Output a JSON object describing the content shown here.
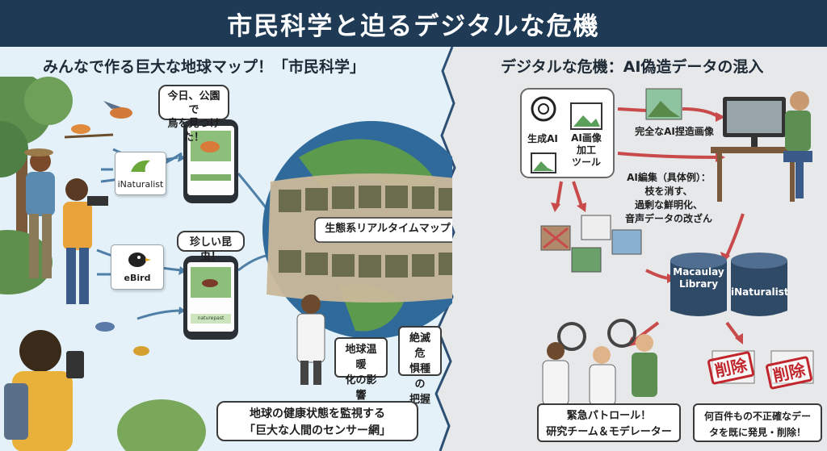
{
  "header": {
    "title": "市民科学と迫るデジタルな危機"
  },
  "left": {
    "title": "みんなで作る巨大な地球マップ！「市民科学」",
    "bubble_bird": "今日、公園で\n鳥を見つけた！",
    "bubble_insect": "珍しい昆虫！",
    "app_inaturalist": "iNaturalist",
    "app_ebird": "eBird",
    "phone_app_label": "naturepast",
    "globe_label": "生態系リアルタイムマップ",
    "bubble_climate": "地球温暖\n化の影響",
    "bubble_endangered": "絶滅危\n惧種の\n把握",
    "caption": "地球の健康状態を監視する\n「巨大な人間のセンサー網」"
  },
  "right": {
    "title": "デジタルな危機：AI偽造データの混入",
    "gen_ai": "生成AI",
    "ai_tool": "AI画像\n加工\nツール",
    "fake_image": "完全なAI捏造画像",
    "ai_edit": "AI編集（具体例）：\n枝を消す、\n過剰な鮮明化、\n音声データの改ざん",
    "db_macaulay": "Macaulay\nLibrary",
    "db_inaturalist": "iNaturalist",
    "patrol": "緊急パトロール！\n研究チーム＆モデレーター",
    "deleted_caption": "何百件もの不正確なデー\nタを既に発見・削除！",
    "stamp1": "削除",
    "stamp2": "削除"
  },
  "colors": {
    "header": "#1f3a55",
    "arrow_blue": "#4f7ea6",
    "arrow_red": "#c94a4a",
    "db": "#2f4a66"
  },
  "icons": [
    "bird-icon",
    "phone-icon",
    "globe-icon",
    "scientist-icon",
    "magnifier-icon",
    "database-icon",
    "computer-icon",
    "openai-icon",
    "image-icon"
  ]
}
